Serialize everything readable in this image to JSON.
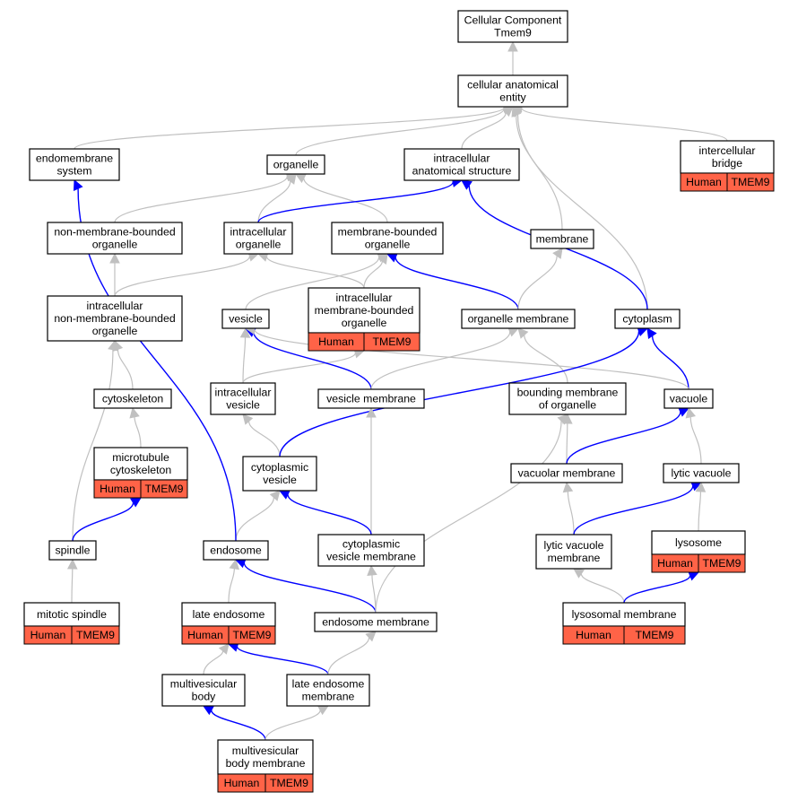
{
  "colors": {
    "is_a_edge": "#c0c0c0",
    "part_of_edge": "#0000ff",
    "annotation_fill": "#ff6347",
    "node_fill": "#ffffff",
    "node_border": "#000000"
  },
  "nodes": [
    {
      "id": "root",
      "lines": [
        "Cellular Component",
        "Tmem9"
      ]
    },
    {
      "id": "cae",
      "lines": [
        "cellular anatomical",
        "entity"
      ]
    },
    {
      "id": "endomembrane",
      "lines": [
        "endomembrane",
        "system"
      ]
    },
    {
      "id": "organelle",
      "lines": [
        "organelle"
      ]
    },
    {
      "id": "ias",
      "lines": [
        "intracellular",
        "anatomical structure"
      ]
    },
    {
      "id": "icbridge",
      "lines": [
        "intercellular",
        "bridge"
      ],
      "annotation": [
        "Human",
        "TMEM9"
      ]
    },
    {
      "id": "nmbo",
      "lines": [
        "non-membrane-bounded",
        "organelle"
      ]
    },
    {
      "id": "io",
      "lines": [
        "intracellular",
        "organelle"
      ]
    },
    {
      "id": "mbo",
      "lines": [
        "membrane-bounded",
        "organelle"
      ]
    },
    {
      "id": "membrane",
      "lines": [
        "membrane"
      ]
    },
    {
      "id": "inmbo",
      "lines": [
        "intracellular",
        "non-membrane-bounded",
        "organelle"
      ]
    },
    {
      "id": "imbo",
      "lines": [
        "intracellular",
        "membrane-bounded",
        "organelle"
      ],
      "annotation": [
        "Human",
        "TMEM9"
      ]
    },
    {
      "id": "vesicle",
      "lines": [
        "vesicle"
      ]
    },
    {
      "id": "orgmem",
      "lines": [
        "organelle membrane"
      ]
    },
    {
      "id": "cytoplasm",
      "lines": [
        "cytoplasm"
      ]
    },
    {
      "id": "cytoskeleton",
      "lines": [
        "cytoskeleton"
      ]
    },
    {
      "id": "iv",
      "lines": [
        "intracellular",
        "vesicle"
      ]
    },
    {
      "id": "vesmem",
      "lines": [
        "vesicle membrane"
      ]
    },
    {
      "id": "bmo",
      "lines": [
        "bounding membrane",
        "of organelle"
      ]
    },
    {
      "id": "vacuole",
      "lines": [
        "vacuole"
      ]
    },
    {
      "id": "mtcs",
      "lines": [
        "microtubule",
        "cytoskeleton"
      ],
      "annotation": [
        "Human",
        "TMEM9"
      ]
    },
    {
      "id": "cv",
      "lines": [
        "cytoplasmic",
        "vesicle"
      ]
    },
    {
      "id": "vacmem",
      "lines": [
        "vacuolar membrane"
      ]
    },
    {
      "id": "lytvac",
      "lines": [
        "lytic vacuole"
      ]
    },
    {
      "id": "spindle",
      "lines": [
        "spindle"
      ]
    },
    {
      "id": "endosome",
      "lines": [
        "endosome"
      ]
    },
    {
      "id": "cvm",
      "lines": [
        "cytoplasmic",
        "vesicle membrane"
      ]
    },
    {
      "id": "lvm",
      "lines": [
        "lytic vacuole",
        "membrane"
      ]
    },
    {
      "id": "lysosome",
      "lines": [
        "lysosome"
      ],
      "annotation": [
        "Human",
        "TMEM9"
      ]
    },
    {
      "id": "mitspindle",
      "lines": [
        "mitotic spindle"
      ],
      "annotation": [
        "Human",
        "TMEM9"
      ]
    },
    {
      "id": "lateendo",
      "lines": [
        "late endosome"
      ],
      "annotation": [
        "Human",
        "TMEM9"
      ]
    },
    {
      "id": "endomem",
      "lines": [
        "endosome membrane"
      ]
    },
    {
      "id": "lysomem",
      "lines": [
        "lysosomal membrane"
      ],
      "annotation": [
        "Human",
        "TMEM9"
      ]
    },
    {
      "id": "mvb",
      "lines": [
        "multivesicular",
        "body"
      ]
    },
    {
      "id": "lem",
      "lines": [
        "late endosome",
        "membrane"
      ]
    },
    {
      "id": "mvbm",
      "lines": [
        "multivesicular",
        "body membrane"
      ],
      "annotation": [
        "Human",
        "TMEM9"
      ]
    }
  ],
  "edges": [
    {
      "from": "cae",
      "to": "root",
      "type": "is_a"
    },
    {
      "from": "endomembrane",
      "to": "cae",
      "type": "is_a"
    },
    {
      "from": "organelle",
      "to": "cae",
      "type": "is_a"
    },
    {
      "from": "ias",
      "to": "cae",
      "type": "is_a"
    },
    {
      "from": "icbridge",
      "to": "cae",
      "type": "is_a"
    },
    {
      "from": "membrane",
      "to": "cae",
      "type": "is_a"
    },
    {
      "from": "cytoplasm",
      "to": "cae",
      "type": "is_a"
    },
    {
      "from": "nmbo",
      "to": "organelle",
      "type": "is_a"
    },
    {
      "from": "io",
      "to": "organelle",
      "type": "is_a"
    },
    {
      "from": "mbo",
      "to": "organelle",
      "type": "is_a"
    },
    {
      "from": "io",
      "to": "ias",
      "type": "part_of"
    },
    {
      "from": "cytoplasm",
      "to": "ias",
      "type": "part_of"
    },
    {
      "from": "inmbo",
      "to": "nmbo",
      "type": "is_a"
    },
    {
      "from": "inmbo",
      "to": "io",
      "type": "is_a"
    },
    {
      "from": "imbo",
      "to": "io",
      "type": "is_a"
    },
    {
      "from": "imbo",
      "to": "mbo",
      "type": "is_a"
    },
    {
      "from": "vesicle",
      "to": "mbo",
      "type": "is_a"
    },
    {
      "from": "orgmem",
      "to": "mbo",
      "type": "part_of"
    },
    {
      "from": "orgmem",
      "to": "membrane",
      "type": "is_a"
    },
    {
      "from": "cytoskeleton",
      "to": "inmbo",
      "type": "is_a"
    },
    {
      "from": "spindle",
      "to": "inmbo",
      "type": "is_a"
    },
    {
      "from": "iv",
      "to": "vesicle",
      "type": "is_a"
    },
    {
      "from": "iv",
      "to": "imbo",
      "type": "is_a"
    },
    {
      "from": "vesmem",
      "to": "vesicle",
      "type": "part_of"
    },
    {
      "from": "vesmem",
      "to": "orgmem",
      "type": "is_a"
    },
    {
      "from": "bmo",
      "to": "orgmem",
      "type": "is_a"
    },
    {
      "from": "vacuole",
      "to": "cytoplasm",
      "type": "part_of"
    },
    {
      "from": "vacuole",
      "to": "vesicle",
      "type": "is_a"
    },
    {
      "from": "mtcs",
      "to": "cytoskeleton",
      "type": "is_a"
    },
    {
      "from": "cv",
      "to": "iv",
      "type": "is_a"
    },
    {
      "from": "cv",
      "to": "cytoplasm",
      "type": "part_of"
    },
    {
      "from": "vacmem",
      "to": "bmo",
      "type": "is_a"
    },
    {
      "from": "vacmem",
      "to": "vacuole",
      "type": "part_of"
    },
    {
      "from": "lytvac",
      "to": "vacuole",
      "type": "is_a"
    },
    {
      "from": "spindle",
      "to": "mtcs",
      "type": "part_of"
    },
    {
      "from": "endosome",
      "to": "cv",
      "type": "is_a"
    },
    {
      "from": "endosome",
      "to": "endomembrane",
      "type": "part_of"
    },
    {
      "from": "cvm",
      "to": "vesmem",
      "type": "is_a"
    },
    {
      "from": "cvm",
      "to": "cv",
      "type": "part_of"
    },
    {
      "from": "lvm",
      "to": "vacmem",
      "type": "is_a"
    },
    {
      "from": "lvm",
      "to": "lytvac",
      "type": "part_of"
    },
    {
      "from": "lysosome",
      "to": "lytvac",
      "type": "is_a"
    },
    {
      "from": "mitspindle",
      "to": "spindle",
      "type": "is_a"
    },
    {
      "from": "lateendo",
      "to": "endosome",
      "type": "is_a"
    },
    {
      "from": "endomem",
      "to": "endosome",
      "type": "part_of"
    },
    {
      "from": "endomem",
      "to": "cvm",
      "type": "is_a"
    },
    {
      "from": "endomem",
      "to": "bmo",
      "type": "is_a"
    },
    {
      "from": "lysomem",
      "to": "lvm",
      "type": "is_a"
    },
    {
      "from": "lysomem",
      "to": "lysosome",
      "type": "part_of"
    },
    {
      "from": "mvb",
      "to": "lateendo",
      "type": "is_a"
    },
    {
      "from": "lem",
      "to": "lateendo",
      "type": "part_of"
    },
    {
      "from": "lem",
      "to": "endomem",
      "type": "is_a"
    },
    {
      "from": "mvbm",
      "to": "mvb",
      "type": "part_of"
    },
    {
      "from": "mvbm",
      "to": "lem",
      "type": "is_a"
    }
  ]
}
